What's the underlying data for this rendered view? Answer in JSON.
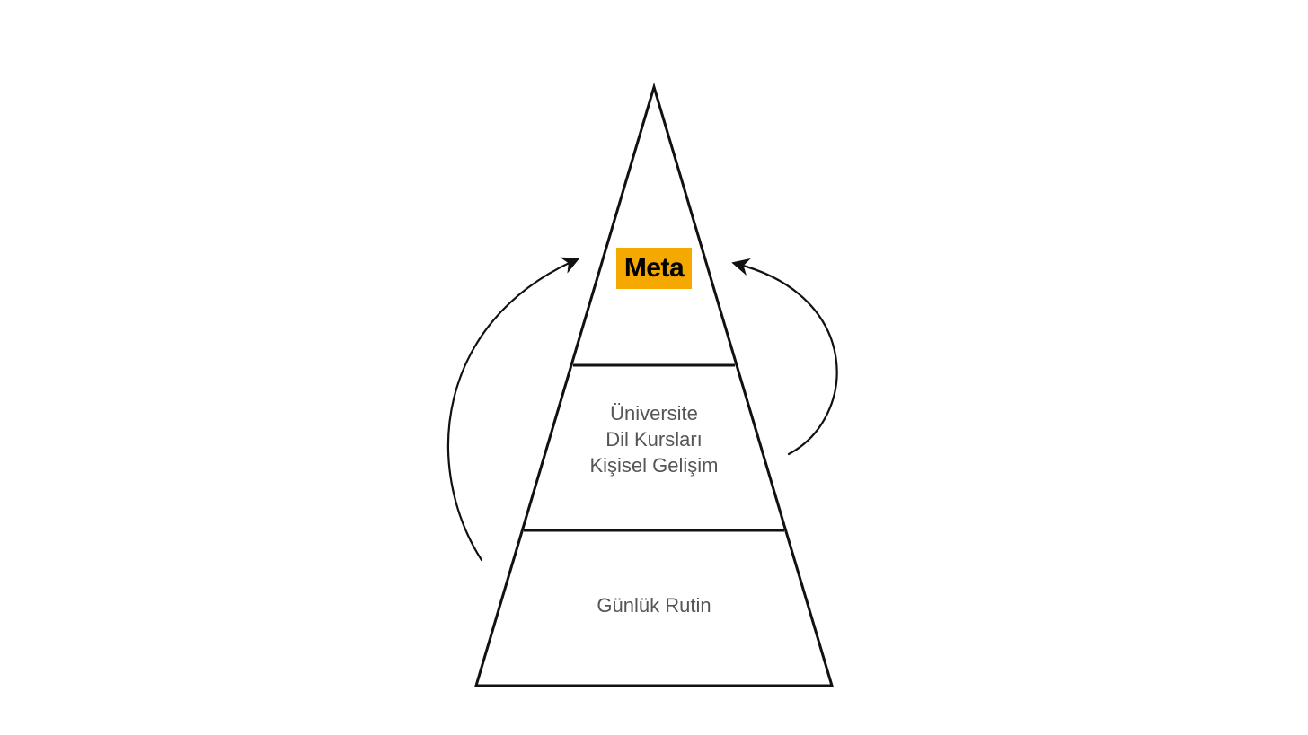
{
  "pyramid": {
    "top": {
      "label": "Meta",
      "highlight_color": "#F5A800"
    },
    "middle": {
      "items": [
        "Üniversite",
        "Dil Kursları",
        "Kişisel Gelişim"
      ]
    },
    "bottom": {
      "label": "Günlük Rutin"
    }
  },
  "colors": {
    "stroke": "#111111",
    "text": "#555555",
    "background": "#ffffff"
  }
}
